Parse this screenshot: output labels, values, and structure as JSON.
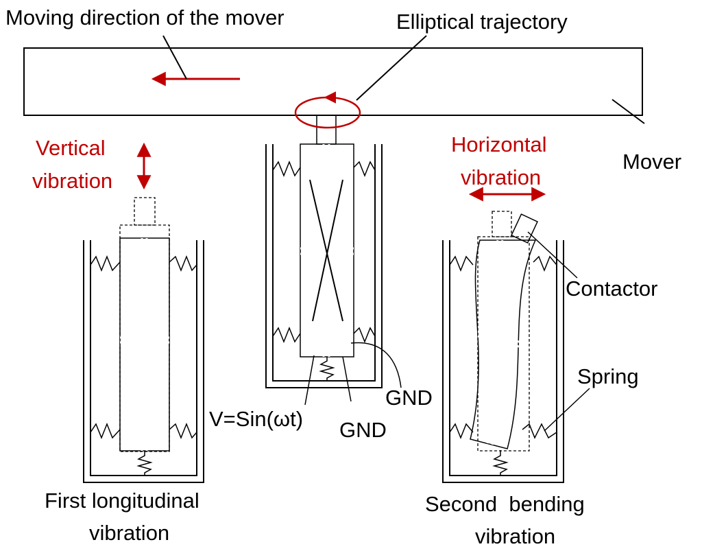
{
  "labels": {
    "moving_direction": "Moving direction of the mover",
    "elliptical_trajectory": "Elliptical trajectory",
    "mover": "Mover",
    "vertical_vibration_line1": "Vertical",
    "vertical_vibration_line2": "vibration",
    "horizontal_vibration_line1": "Horizontal",
    "horizontal_vibration_line2": "vibration",
    "contactor": "Contactor",
    "spring": "Spring",
    "gnd_right": "GND",
    "gnd_bottom": "GND",
    "voltage": "V=Sin(ωt)",
    "first_longitudinal_line1": "First longitudinal",
    "first_longitudinal_line2": "vibration",
    "second_bending_line1": "Second  bending",
    "second_bending_line2": "vibration"
  },
  "colors": {
    "accent_red": "#c00000",
    "line": "#000000",
    "background": "#ffffff"
  }
}
